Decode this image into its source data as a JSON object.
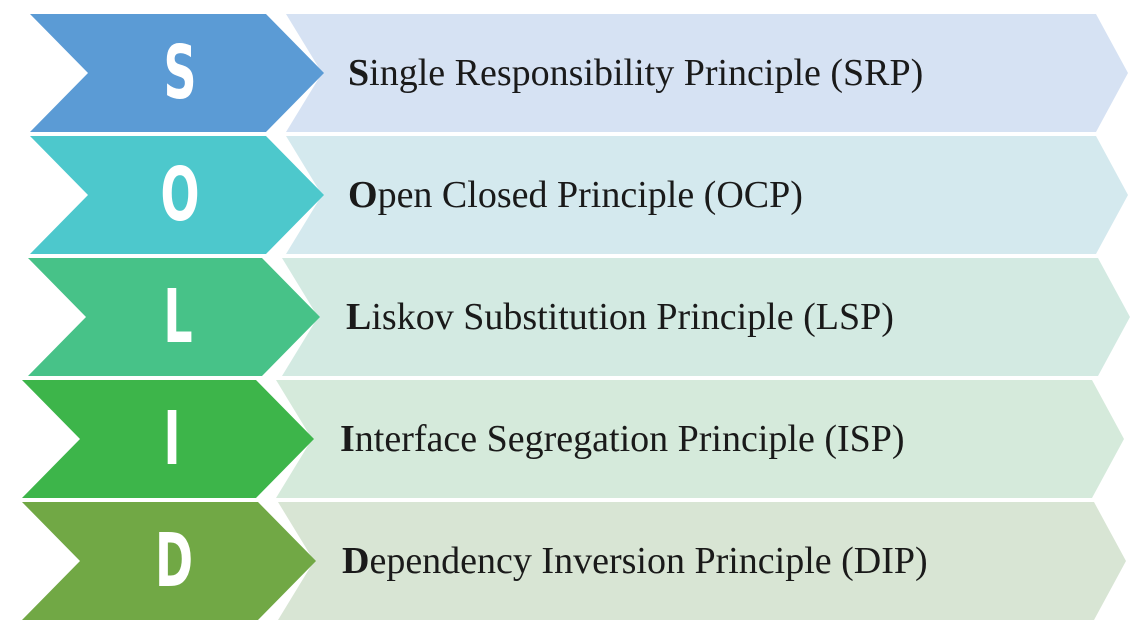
{
  "rows": [
    {
      "letter": "S",
      "first": "S",
      "rest": "ingle Responsibility Principle (SRP)",
      "chevron_color": "#5b9bd5",
      "banner_color": "#d6e2f3"
    },
    {
      "letter": "O",
      "first": "O",
      "rest": "pen Closed Principle (OCP)",
      "chevron_color": "#4dc8cc",
      "banner_color": "#d4e9ee"
    },
    {
      "letter": "L",
      "first": "L",
      "rest": "iskov Substitution Principle (LSP)",
      "chevron_color": "#47c288",
      "banner_color": "#d3eae2"
    },
    {
      "letter": "I",
      "first": "I",
      "rest": "nterface Segregation Principle (ISP)",
      "chevron_color": "#3db54a",
      "banner_color": "#d5eadb"
    },
    {
      "letter": "D",
      "first": "D",
      "rest": "ependency Inversion Principle (DIP)",
      "chevron_color": "#71a845",
      "banner_color": "#d8e5d4"
    }
  ]
}
